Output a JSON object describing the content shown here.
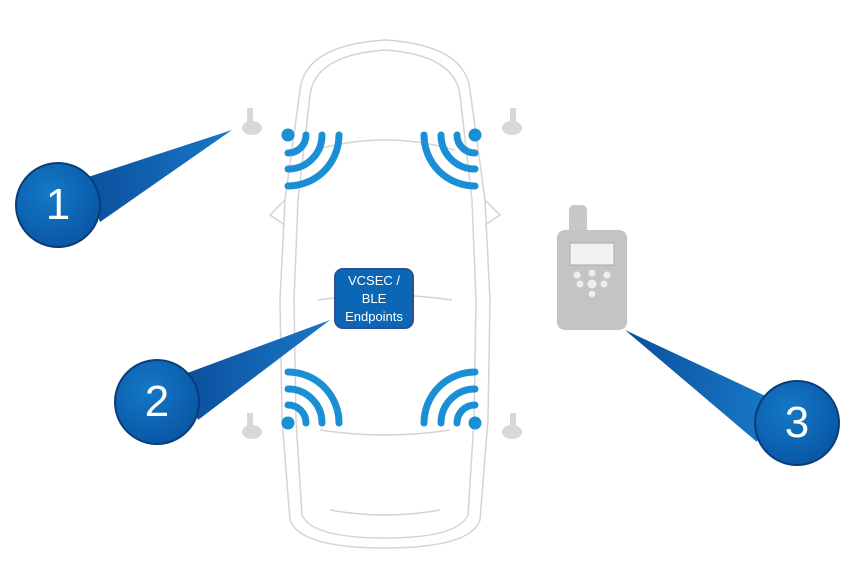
{
  "endpoint_box": {
    "line1": "VCSEC / BLE",
    "line2": "Endpoints"
  },
  "callouts": [
    {
      "number": "1",
      "target": "tpms-sensors"
    },
    {
      "number": "2",
      "target": "vcsec-ble-endpoints"
    },
    {
      "number": "3",
      "target": "tpms-tool"
    }
  ],
  "colors": {
    "signal": "#1a8fd6",
    "callout": "#0b67b6",
    "car_outline": "#d0d0d0",
    "device": "#c4c4c4"
  }
}
